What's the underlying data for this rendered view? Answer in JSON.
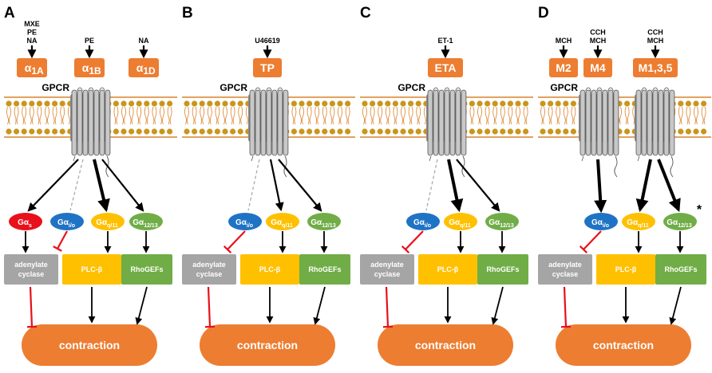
{
  "colors": {
    "orange": "#ED7D31",
    "red": "#E8101B",
    "blue": "#1F73C4",
    "yellow": "#FFC000",
    "green": "#70AD47",
    "gray": "#A5A5A5",
    "lipid_head": "#C8961C",
    "lipid_line": "#D9822B"
  },
  "text": {
    "gpcr": "GPCR",
    "contraction": "contraction",
    "adenylate1": "adenylate",
    "adenylate2": "cyclase",
    "plc": "PLC-β",
    "rhogef": "RhoGEFs",
    "galpha": "Gα",
    "sub_s": "s",
    "sub_io": "i/o",
    "sub_q11": "q/11",
    "sub_1213": "12/13",
    "star": "*"
  },
  "panels": [
    {
      "letter": "A",
      "ligands": [
        {
          "lines": [
            "MXE",
            "PE",
            "NA"
          ]
        },
        {
          "lines": [
            "PE"
          ]
        },
        {
          "lines": [
            "NA"
          ]
        }
      ],
      "receptors": [
        {
          "main": "α",
          "sub": "1A"
        },
        {
          "main": "α",
          "sub": "1B"
        },
        {
          "main": "α",
          "sub": "1D"
        }
      ]
    },
    {
      "letter": "B",
      "ligands": [
        {
          "lines": [
            "U46619"
          ]
        }
      ],
      "receptors": [
        {
          "main": "TP",
          "sub": ""
        }
      ]
    },
    {
      "letter": "C",
      "ligands": [
        {
          "lines": [
            "ET-1"
          ]
        }
      ],
      "receptors": [
        {
          "main": "ETA",
          "sub": ""
        }
      ]
    },
    {
      "letter": "D",
      "ligands": [
        {
          "lines": [
            "MCH"
          ]
        },
        {
          "lines": [
            "CCH",
            "MCH"
          ]
        },
        {
          "lines": [
            "CCH",
            "MCH"
          ]
        }
      ],
      "receptors": [
        {
          "main": "M2",
          "sub": ""
        },
        {
          "main": "M4",
          "sub": ""
        },
        {
          "main": "M1,3,5",
          "sub": ""
        }
      ]
    }
  ]
}
